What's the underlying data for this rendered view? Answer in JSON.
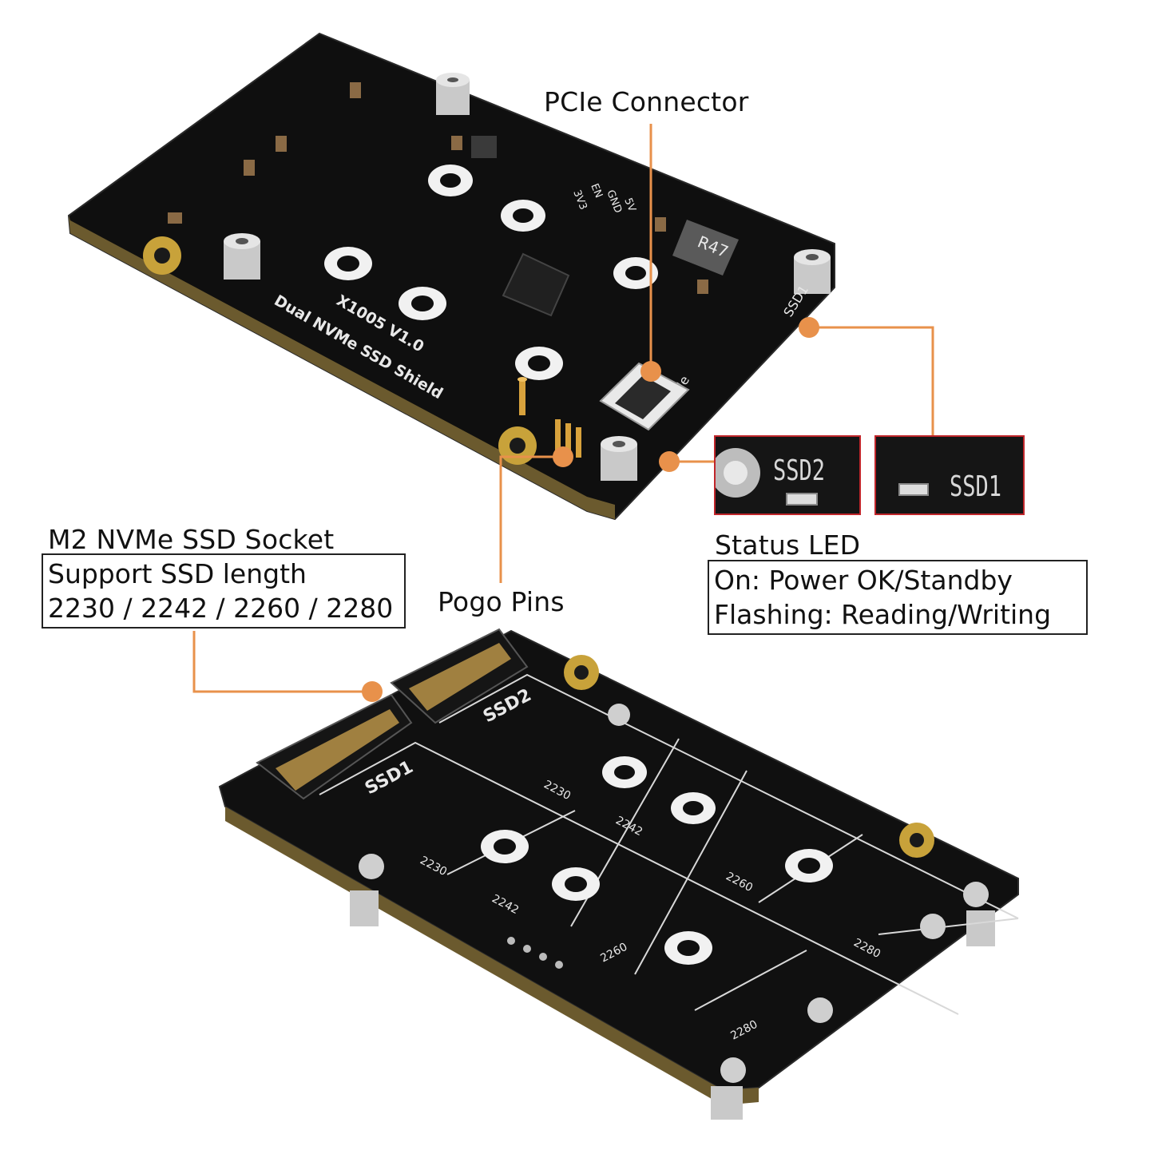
{
  "callouts": {
    "pcie_connector": "PCIe Connector",
    "socket_title": "M2 NVMe SSD Socket",
    "socket_lines": [
      "Support SSD length",
      "2230 / 2242 / 2260 / 2280"
    ],
    "pogo_pins": "Pogo Pins",
    "status_title": "Status LED",
    "status_lines": [
      "On: Power OK/Standby",
      "Flashing: Reading/Writing"
    ]
  },
  "insets": {
    "left_label": "SSD2",
    "right_label": "SSD1"
  },
  "top_board": {
    "silkscreen": [
      "Dual NVMe SSD Shield",
      "X1005 V1.0"
    ],
    "inductor": "R47",
    "pcie_label": "PCIe",
    "ssd1_label": "SSD1",
    "pins": [
      "3V3",
      "EN",
      "GND",
      "5V"
    ]
  },
  "bottom_board": {
    "slot_labels": [
      "SSD1",
      "SSD2"
    ],
    "lengths": [
      "2230",
      "2242",
      "2260",
      "2280"
    ]
  },
  "colors": {
    "accent": "#e8914b",
    "board": "#111111",
    "inset_border": "#c0262b"
  }
}
